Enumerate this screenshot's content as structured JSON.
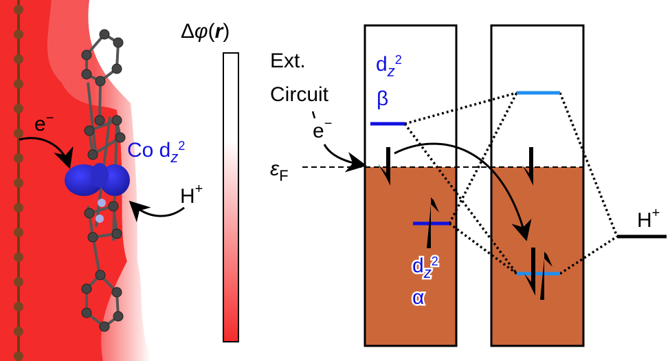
{
  "left_panel": {
    "electron_label": "e",
    "electron_sup": "−",
    "orbital_label": "Co d",
    "orbital_sub": "z",
    "orbital_sup": "2",
    "proton_label": "H",
    "proton_sup": "+"
  },
  "colorbar": {
    "title_delta": "Δ",
    "title_phi": "φ",
    "title_open": "(",
    "title_r": "r",
    "title_close": ")",
    "gradient": [
      "#ffffff",
      "#f42b2b"
    ]
  },
  "diagram": {
    "circuit_line1": "Ext.",
    "circuit_line2": "Circuit",
    "electron_label": "e",
    "electron_sup": "−",
    "fermi_label": "ε",
    "fermi_sub": "F",
    "beta_label": "d",
    "beta_sub": "z",
    "beta_sup": "2",
    "beta_spin": "β",
    "alpha_label": "d",
    "alpha_sub": "z",
    "alpha_sup": "2",
    "alpha_spin": "α",
    "proton_label": "H",
    "proton_sup": "+",
    "colors": {
      "band_fill": "#cc673a",
      "level_dark": "#1010e0",
      "level_light": "#1e8ff0"
    }
  }
}
